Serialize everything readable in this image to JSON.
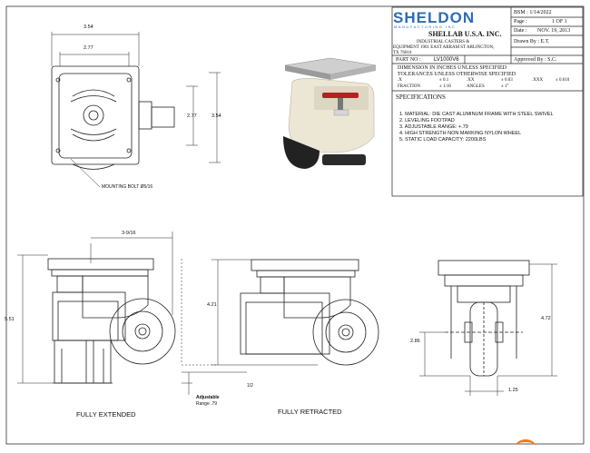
{
  "title_block": {
    "brand": "SHELDON",
    "brand_sub": "MANUFACTURING INC.",
    "company": "SHELLAB U.S.A. INC.",
    "company_line2": "INDUSTRIAL CASTERS &",
    "company_line3": "EQUIPMENT 1901 EAST ARRAM ST ARLINGTON,",
    "company_line4": "TX 76010",
    "bsm": "BSM : 1/14/2022",
    "page_label": "Page :",
    "page_value": "1 OF 1",
    "date_label": "Date :",
    "date_value": "NOV. 19, 2013",
    "drawn_by": "Drawn By : E.T.",
    "part_no_label": "PART NO :",
    "part_no": "LV1000V6",
    "approved_by": "Approved By : S.C.",
    "dim_title": "DIMENSION IN INCHES UNLESS SPECIFIED",
    "tol_title": "TOLERANCES UNLESS OTHERWISE SPECIFIED",
    "tol_x": ".X",
    "tol_x_val": "± 0.1",
    "tol_xx": ".XX",
    "tol_xx_val": "± 0.03",
    "tol_xxx": ".XXX",
    "tol_xxx_val": "± 0.010",
    "tol_fraction": "FRACTION",
    "tol_fraction_val": "± 1/16",
    "tol_angles": "ANGLES",
    "tol_angles_val": "± 1°",
    "spec_title": "SPECIFICATIONS",
    "specs": [
      "1. MATERIAL: DIE CAST ALUMINUM FRAME WITH STEEL SWIVEL",
      "2. LEVELING FOOTPAD",
      "3. ADJUSTABLE RANGE: +.79",
      "4. HIGH STRENGTH NON MARKING NYLON WHEEL",
      "5. STATIC LOAD CAPACITY: 2200LBS"
    ]
  },
  "dims": {
    "top_width": "3.54",
    "top_hole_span": "2.77",
    "top_right_hole": "2.77",
    "top_right_height": "3.54",
    "mounting_bolt": "MOUNTING BOLT Ø5/16",
    "side_offset": "3-9/16",
    "extended_height": "5.51",
    "retracted_height": "4.21",
    "retract_gap": "1/2",
    "adjustable_label": "Adjustable",
    "adjustable_range": "Range .79",
    "front_height": "4.72",
    "front_axle": "2.86",
    "front_wheel_width": "1.25"
  },
  "captions": {
    "extended": "FULLY EXTENDED",
    "retracted": "FULLY RETRACTED"
  }
}
